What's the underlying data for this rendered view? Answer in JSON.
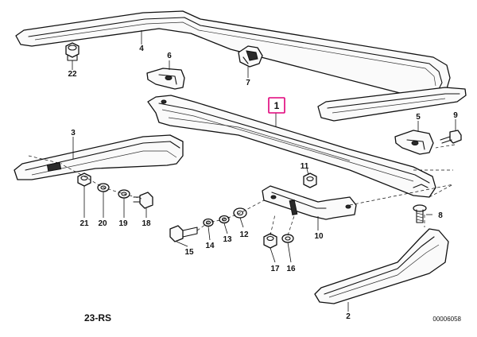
{
  "labels": {
    "p1": "1",
    "p2": "2",
    "p3": "3",
    "p4": "4",
    "p5": "5",
    "p6": "6",
    "p7": "7",
    "p8": "8",
    "p9": "9",
    "p10": "10",
    "p11": "11",
    "p12": "12",
    "p13": "13",
    "p14": "14",
    "p15": "15",
    "p16": "16",
    "p17": "17",
    "p18": "18",
    "p19": "19",
    "p20": "20",
    "p21": "21",
    "p22": "22"
  },
  "footer": {
    "model_code": "23-RS",
    "drawing_number": "00006058"
  },
  "colors": {
    "highlight": "#e0007a",
    "line": "#111111"
  }
}
